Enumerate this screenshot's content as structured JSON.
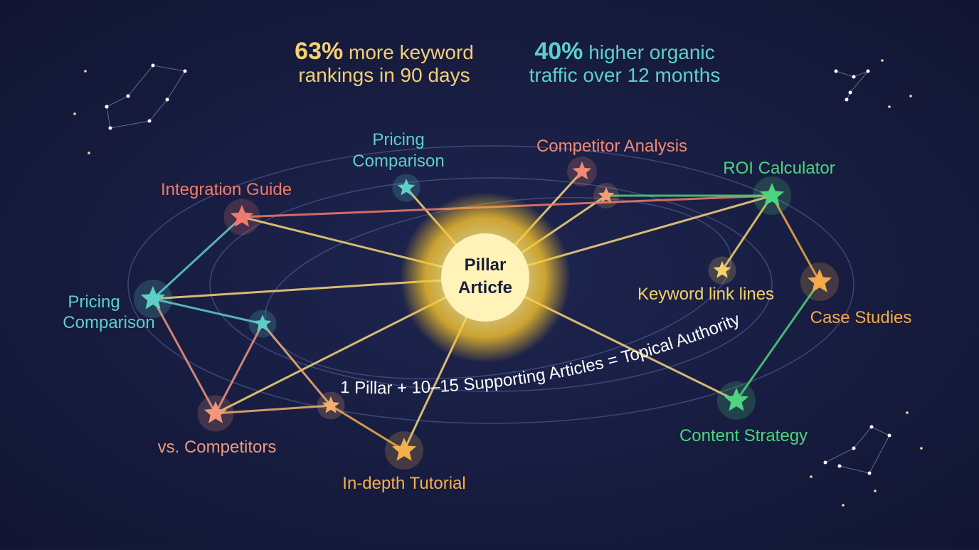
{
  "stats": [
    {
      "value": "63%",
      "text_line1": "more keyword",
      "text_line2": "rankings in 90 days",
      "color": "#f5cf72"
    },
    {
      "value": "40%",
      "text_line1": "higher organic",
      "text_line2": "traffic over 12 months",
      "color": "#5fcfc6"
    }
  ],
  "pillar": {
    "line1": "Pillar",
    "line2": "Articfe"
  },
  "nodes": {
    "pricing_top": {
      "line1": "Pricing",
      "line2": "Comparison",
      "color": "#5fcfc6"
    },
    "integration": {
      "label": "Integration Guide",
      "color": "#f07a6a"
    },
    "competitor": {
      "label": "Competitor Analysis",
      "color": "#f08a76"
    },
    "roi": {
      "label": "ROI Calculator",
      "color": "#4fd47e"
    },
    "keyword": {
      "label": "Keyword link lines",
      "color": "#f5d36a"
    },
    "case": {
      "label": "Case Studies",
      "color": "#f4a94a"
    },
    "content": {
      "label": "Content Strategy",
      "color": "#4fd47e"
    },
    "pricing_left": {
      "line1": "Pricing",
      "line2": "Comparison",
      "color": "#5fcfc6"
    },
    "vs": {
      "label": "vs. Competitors",
      "color": "#f0987a"
    },
    "tutorial": {
      "label": "In-depth Tutorial",
      "color": "#f4b04a"
    }
  },
  "caption": "1 Pillar + 10–15 Supporting Articles = Topical Authority"
}
